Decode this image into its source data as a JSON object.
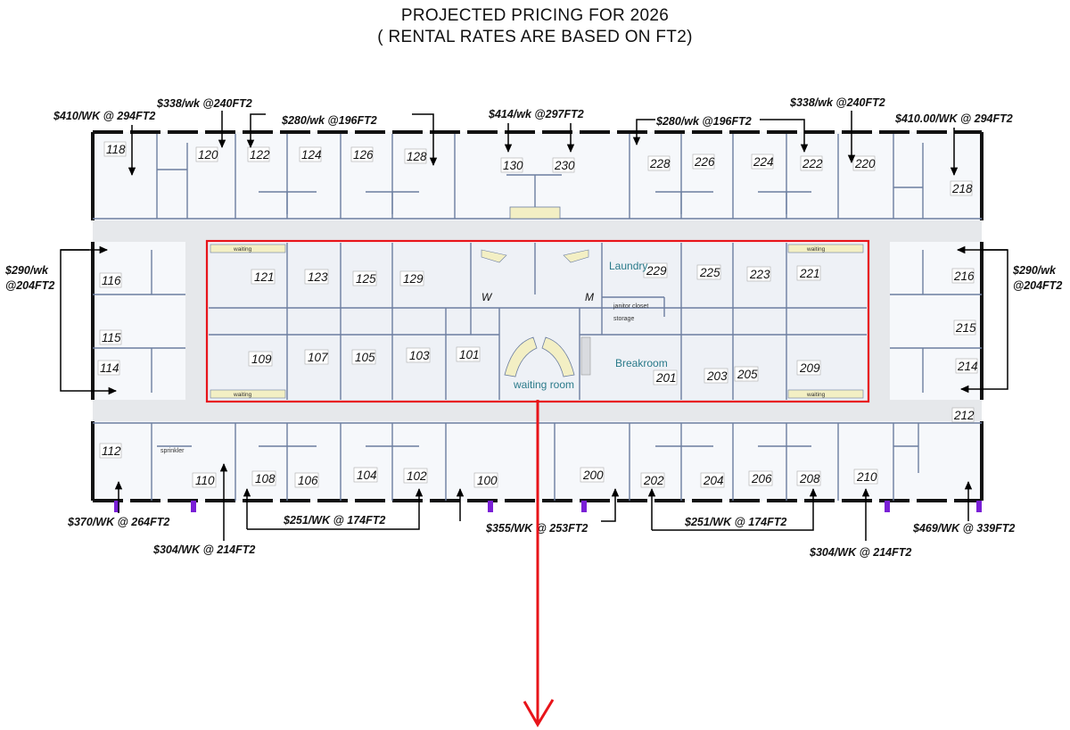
{
  "title": {
    "line1": "PROJECTED PRICING FOR 2026",
    "line2": "( RENTAL RATES ARE BASED ON FT2)"
  },
  "rooms": {
    "r118": "118",
    "r120": "120",
    "r122": "122",
    "r124": "124",
    "r126": "126",
    "r128": "128",
    "r130": "130",
    "r230": "230",
    "r228": "228",
    "r226": "226",
    "r224": "224",
    "r222": "222",
    "r220": "220",
    "r218": "218",
    "r116": "116",
    "r115": "115",
    "r114": "114",
    "r112": "112",
    "r121": "121",
    "r123": "123",
    "r125": "125",
    "r129": "129",
    "r109": "109",
    "r107": "107",
    "r105": "105",
    "r103": "103",
    "r101": "101",
    "r229": "229",
    "r225": "225",
    "r223": "223",
    "r221": "221",
    "r201": "201",
    "r203": "203",
    "r205": "205",
    "r209": "209",
    "r216": "216",
    "r215": "215",
    "r214": "214",
    "r212": "212",
    "r110": "110",
    "r108": "108",
    "r106": "106",
    "r104": "104",
    "r102": "102",
    "r100": "100",
    "r200": "200",
    "r202": "202",
    "r204": "204",
    "r206": "206",
    "r208": "208",
    "r210": "210"
  },
  "areas": {
    "laundry": "Laundry",
    "breakroom": "Breakroom",
    "waiting_room": "waiting room",
    "janitor": "janitor closet",
    "storage": "storage",
    "sprinkler": "sprinkler",
    "women": "W",
    "men": "M",
    "waiting_a": "waiting",
    "waiting_b": "waiting",
    "waiting_c": "waiting",
    "waiting_d": "waiting"
  },
  "prices": {
    "p118": "$410/WK @  294FT2",
    "p120": "$338/wk @240FT2",
    "p124": "$280/wk @196FT2",
    "p130": "$414/wk @297FT2",
    "p226": "$280/wk @196FT2",
    "p222": "$338/wk @240FT2",
    "p218": "$410.00/WK @ 294FT2",
    "p116_a": "$290/wk",
    "p116_b": "@204FT2",
    "p216_a": "$290/wk",
    "p216_b": "@204FT2",
    "p112": "$370/WK @ 264FT2",
    "p110": "$304/WK @ 214FT2",
    "p106": "$251/WK @ 174FT2",
    "p100": "$355/WK @ 253FT2",
    "p204": "$251/WK @ 174FT2",
    "p210": "$304/WK @ 214FT2",
    "p212": "$469/WK @ 339FT2"
  },
  "colors": {
    "wall": "#6c7ea0",
    "room_fill": "#f2f5fa",
    "corridor": "#e6e8eb",
    "highlight": "#e8141a",
    "accent_text": "#2a7a8a",
    "bench": "#f3efc4",
    "purple_marker": "#7a1fd6"
  }
}
